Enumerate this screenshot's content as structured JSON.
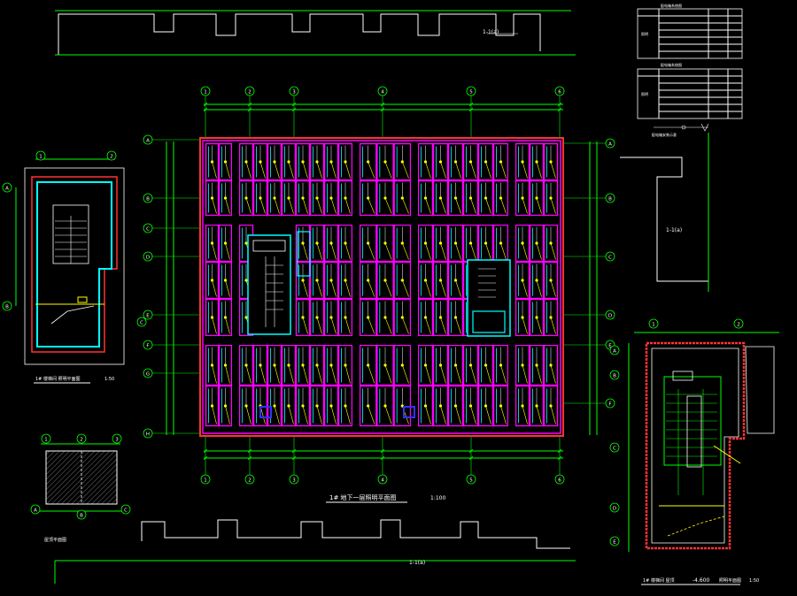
{
  "titles": {
    "main_plan": "1# 地下一层照明平面图",
    "main_scale": "1:100",
    "left_detail": "1# 楼梯间 照明平面图",
    "left_detail_scale": "1:50",
    "bottom_left_detail": "屋顶平面图",
    "right_detail": "1# 楼梯间 屋顶",
    "right_detail_level": "-4.600",
    "right_detail_suffix": "照明平面图",
    "right_detail_scale": "1:50"
  },
  "section_labels": {
    "top": "1-1(a)",
    "right": "1-1(a)",
    "bottom": "1-1(a)"
  },
  "axis_bubbles_top": [
    "1",
    "2",
    "3",
    "4",
    "5",
    "6"
  ],
  "axis_bubbles_left": [
    "A",
    "B",
    "C",
    "D",
    "E",
    "F",
    "G",
    "H"
  ],
  "axis_bubbles_right": [
    "A",
    "B",
    "C",
    "D",
    "E",
    "F"
  ],
  "legend_tables": {
    "table1_title": "配电箱系统图",
    "table1_row_label": "照明",
    "table2_title": "配电箱系统图",
    "table2_row_label": "照明",
    "note": "配电箱安装示意"
  },
  "colors": {
    "background": "#000000",
    "wall_magenta": "#ff00ff",
    "room_cyan": "#00ffff",
    "circuit_yellow": "#ffff00",
    "dimension_green": "#00ff00",
    "outline_red": "#ff3333",
    "stair_blue": "#3333ff",
    "text_white": "#ffffff"
  }
}
